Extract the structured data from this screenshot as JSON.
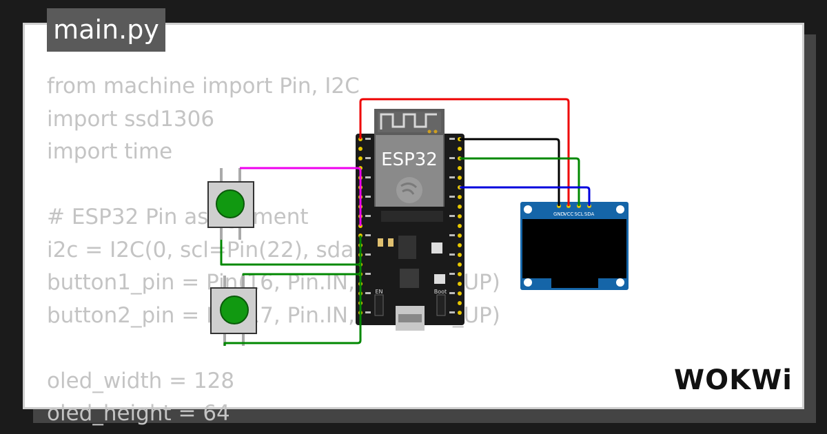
{
  "file_tab": {
    "label": "main.py"
  },
  "code_lines": [
    "from machine import Pin, I2C",
    "import ssd1306",
    "import time",
    "",
    "# ESP32 Pin assignment",
    "i2c = I2C(0, scl=Pin(22), sda=Pin(21))",
    "button1_pin = Pin(16, Pin.IN, Pin.PULL_UP)",
    "button2_pin = Pin(17, Pin.IN, Pin.PULL_UP)",
    "",
    "oled_width = 128",
    "oled_height = 64"
  ],
  "esp32": {
    "label": "ESP32",
    "en_label": "EN",
    "boot_label": "Boot"
  },
  "oled": {
    "pins": [
      "GND",
      "VCC",
      "SCL",
      "SDA"
    ]
  },
  "brand": {
    "logo_text": "WOKWi"
  },
  "colors": {
    "wire_red": "#ee0000",
    "wire_black": "#000000",
    "wire_green": "#008800",
    "wire_blue": "#0000dd",
    "wire_magenta": "#ee00ee",
    "button_cap": "#119911",
    "oled_pcb": "#1565a8"
  }
}
